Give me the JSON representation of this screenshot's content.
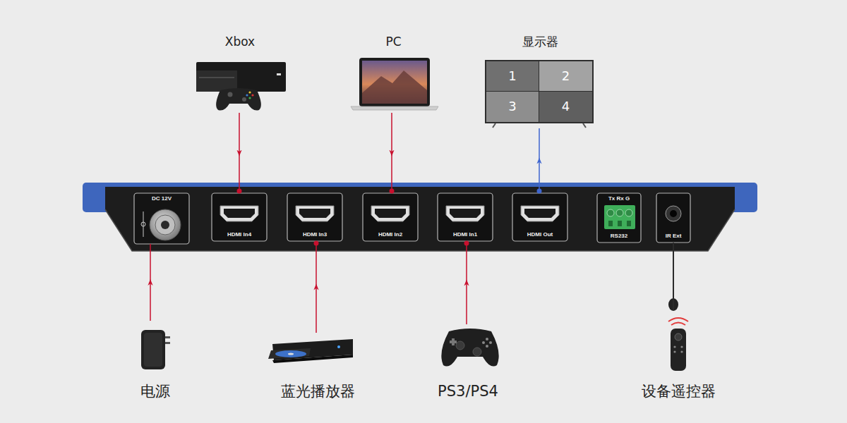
{
  "diagram": {
    "nodes": [
      {
        "text": [
          "Xbox"
        ]
      },
      {
        "text": [
          "PC"
        ]
      },
      {
        "text": [
          "显示器"
        ]
      },
      {
        "text": [
          "1"
        ],
        "in": 2
      },
      {
        "text": [
          "2"
        ],
        "in": 2
      },
      {
        "text": [
          "3"
        ],
        "in": 2
      },
      {
        "text": [
          "4"
        ],
        "in": 2
      },
      {
        "text": [
          "DC 12V"
        ]
      },
      {
        "text": [
          "HDMI In4"
        ]
      },
      {
        "text": [
          "HDMI In3"
        ]
      },
      {
        "text": [
          "HDMI In2"
        ]
      },
      {
        "text": [
          "HDMI In1"
        ]
      },
      {
        "text": [
          "HDMI Out"
        ]
      },
      {
        "text": [
          "Tx Rx G",
          "RS232"
        ]
      },
      {
        "text": [
          "IR Ext"
        ]
      },
      {
        "text": [
          "电源"
        ]
      },
      {
        "text": [
          "蓝光播放器"
        ]
      },
      {
        "text": [
          "PS3/PS4"
        ]
      },
      {
        "text": [
          "设备遥控器"
        ]
      }
    ],
    "edges": [
      {
        "from": 0,
        "to": 8,
        "arrow": "to"
      },
      {
        "from": 1,
        "to": 10,
        "arrow": "to"
      },
      {
        "from": 12,
        "to": 2,
        "arrow": "to"
      },
      {
        "from": 15,
        "to": 7,
        "arrow": "to"
      },
      {
        "from": 16,
        "to": 9,
        "arrow": "to"
      },
      {
        "from": 17,
        "to": 11,
        "arrow": "to"
      },
      {
        "from": 18,
        "to": 14,
        "arrow": "none"
      }
    ]
  }
}
